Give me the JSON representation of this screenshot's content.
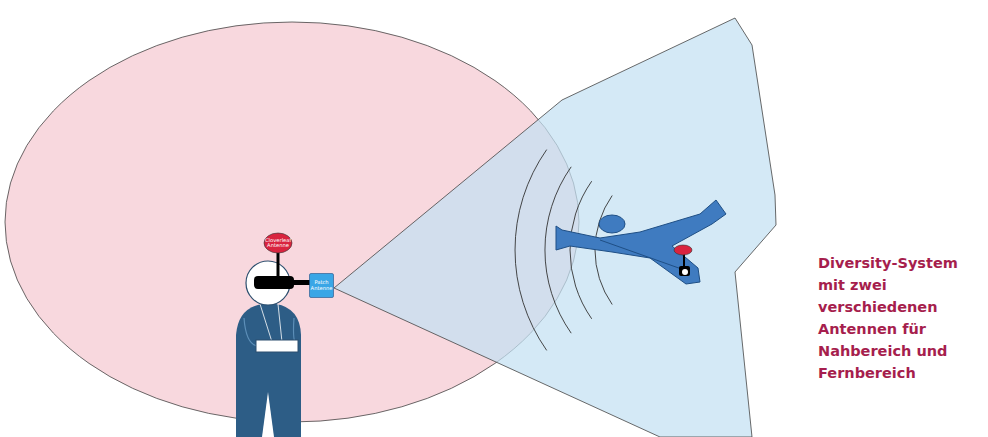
{
  "diagram": {
    "caption": "Diversity-System mit zwei verschiedenen Antennen für Nahbereich und Fernbereich",
    "nodes": [
      {
        "text": [
          "Cloverleaf Antenne"
        ]
      },
      {
        "text": [
          "Patch Antenne"
        ]
      }
    ]
  }
}
